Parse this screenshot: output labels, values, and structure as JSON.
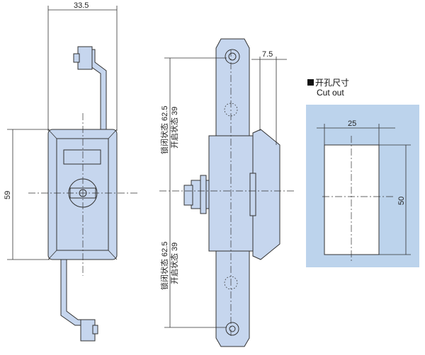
{
  "front_view": {
    "width_dim": "33.5",
    "height_dim": "59"
  },
  "side_view": {
    "offset_dim": "7.5",
    "upper_dim_closed": "锁闭状态 62.5",
    "upper_dim_open": "开启状态 39",
    "lower_dim_closed": "锁闭状态 62.5",
    "lower_dim_open": "开启状态 39"
  },
  "cutout": {
    "title_cn": "开孔尺寸",
    "title_en": "Cut out",
    "width_dim": "25",
    "height_dim": "50",
    "panel_color": "#bcd3ec"
  },
  "colors": {
    "part_fill": "#c6d6ee"
  }
}
